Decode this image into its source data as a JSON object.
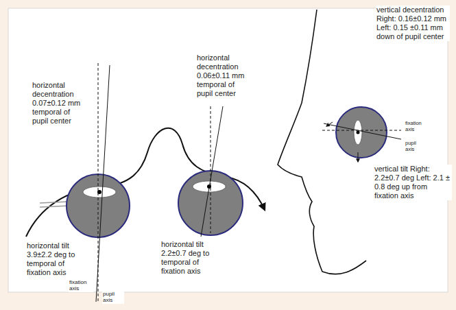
{
  "diagram": {
    "labels": [
      "horizontal decentration 0.07±0.12 mm temporal of pupil center",
      "horizontal tilt 3.9±2.2 deg to temporal of fixation axis",
      "fixation axis",
      "pupil axis",
      "horizontal decentration 0.06±0.11 mm temporal of pupil center",
      "horizontal tilt 2.2±0.7 deg to temporal of fixation axis",
      "vertical decentration Right: 0.16±0.12 mm Left: 0.15 ±0.11 mm down of pupil center",
      "fixation axis",
      "pupil axis",
      "vertical tilt Right: 2.2±0.7 deg Left: 2.1 ± 0.8 deg up from fixation axis"
    ]
  }
}
